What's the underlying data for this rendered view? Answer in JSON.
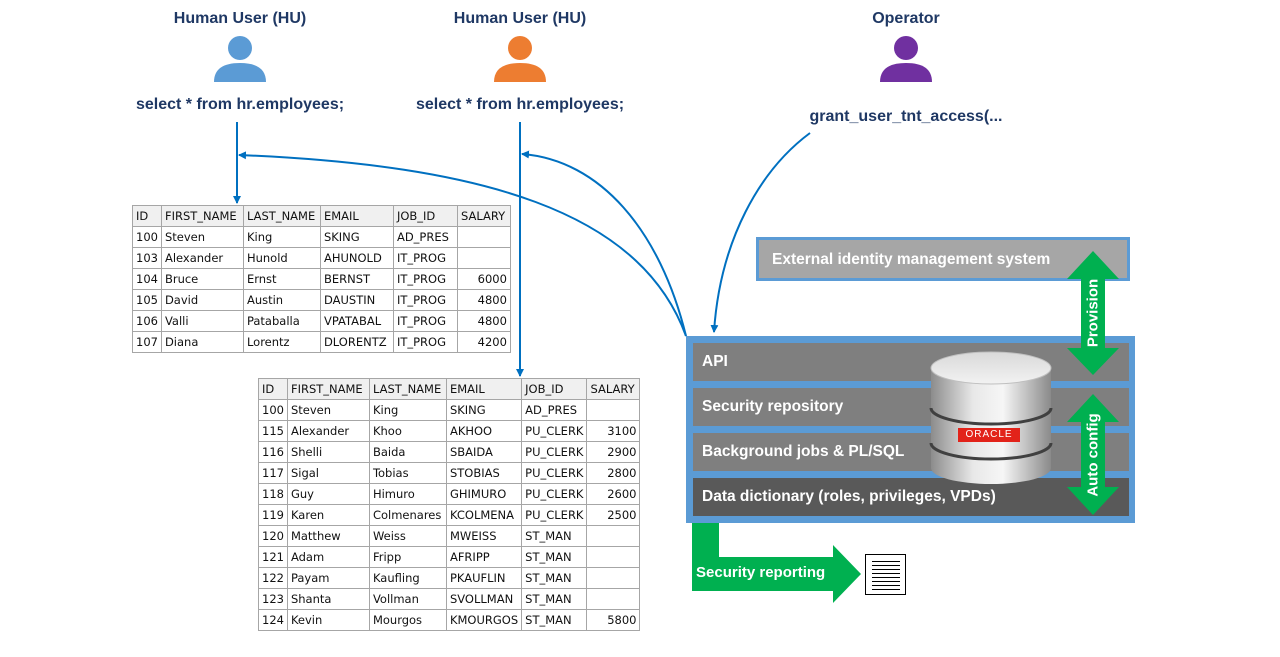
{
  "actors": [
    {
      "title": "Human User (HU)",
      "command": "select * from hr.employees;",
      "color": "#5b9bd5"
    },
    {
      "title": "Human User (HU)",
      "command": "select * from hr.employees;",
      "color": "#ed7d31"
    },
    {
      "title": "Operator",
      "command": "grant_user_tnt_access(...",
      "color": "#7030a0"
    }
  ],
  "tables": [
    {
      "headers": [
        "ID",
        "FIRST_NAME",
        "LAST_NAME",
        "EMAIL",
        "JOB_ID",
        "SALARY"
      ],
      "rows": [
        [
          "100",
          "Steven",
          "King",
          "SKING",
          "AD_PRES",
          ""
        ],
        [
          "103",
          "Alexander",
          "Hunold",
          "AHUNOLD",
          "IT_PROG",
          ""
        ],
        [
          "104",
          "Bruce",
          "Ernst",
          "BERNST",
          "IT_PROG",
          "6000"
        ],
        [
          "105",
          "David",
          "Austin",
          "DAUSTIN",
          "IT_PROG",
          "4800"
        ],
        [
          "106",
          "Valli",
          "Pataballa",
          "VPATABAL",
          "IT_PROG",
          "4800"
        ],
        [
          "107",
          "Diana",
          "Lorentz",
          "DLORENTZ",
          "IT_PROG",
          "4200"
        ]
      ]
    },
    {
      "headers": [
        "ID",
        "FIRST_NAME",
        "LAST_NAME",
        "EMAIL",
        "JOB_ID",
        "SALARY"
      ],
      "rows": [
        [
          "100",
          "Steven",
          "King",
          "SKING",
          "AD_PRES",
          ""
        ],
        [
          "115",
          "Alexander",
          "Khoo",
          "AKHOO",
          "PU_CLERK",
          "3100"
        ],
        [
          "116",
          "Shelli",
          "Baida",
          "SBAIDA",
          "PU_CLERK",
          "2900"
        ],
        [
          "117",
          "Sigal",
          "Tobias",
          "STOBIAS",
          "PU_CLERK",
          "2800"
        ],
        [
          "118",
          "Guy",
          "Himuro",
          "GHIMURO",
          "PU_CLERK",
          "2600"
        ],
        [
          "119",
          "Karen",
          "Colmenares",
          "KCOLMENA",
          "PU_CLERK",
          "2500"
        ],
        [
          "120",
          "Matthew",
          "Weiss",
          "MWEISS",
          "ST_MAN",
          ""
        ],
        [
          "121",
          "Adam",
          "Fripp",
          "AFRIPP",
          "ST_MAN",
          ""
        ],
        [
          "122",
          "Payam",
          "Kaufling",
          "PKAUFLIN",
          "ST_MAN",
          ""
        ],
        [
          "123",
          "Shanta",
          "Vollman",
          "SVOLLMAN",
          "ST_MAN",
          ""
        ],
        [
          "124",
          "Kevin",
          "Mourgos",
          "KMOURGOS",
          "ST_MAN",
          "5800"
        ]
      ]
    }
  ],
  "external_system": {
    "label": "External identity management system"
  },
  "database": {
    "layers": [
      "API",
      "Security repository",
      "Background jobs & PL/SQL",
      "Data dictionary (roles, privileges, VPDs)"
    ],
    "logo_text": "ORACLE",
    "icon": "database-cylinder-icon"
  },
  "arrows": {
    "provision": "Provision",
    "auto_config": "Auto config",
    "security_reporting": "Security reporting"
  },
  "colors": {
    "arrow_blue": "#0070c0",
    "text_navy": "#1f3864",
    "green": "#00b050",
    "frame_blue": "#5b9bd5",
    "layer_gray": "#7f7f7f",
    "layer_dark": "#595959",
    "oracle_red": "#e2231a"
  }
}
